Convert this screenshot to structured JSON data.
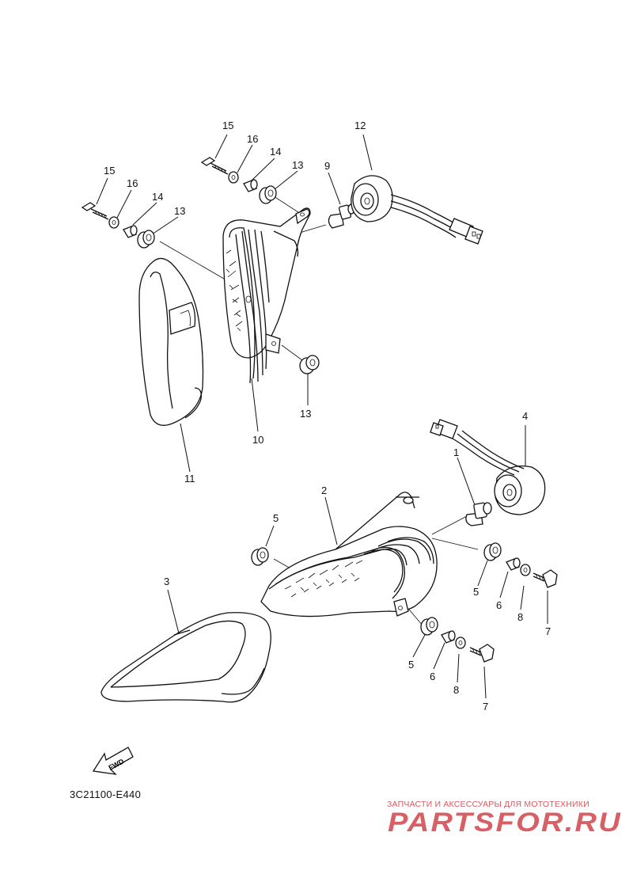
{
  "diagram": {
    "code": "3C21100-E440",
    "fwd_label": "FWD",
    "callouts": [
      {
        "id": "c15a",
        "label": "15"
      },
      {
        "id": "c16a",
        "label": "16"
      },
      {
        "id": "c14a",
        "label": "14"
      },
      {
        "id": "c13a",
        "label": "13"
      },
      {
        "id": "c9",
        "label": "9"
      },
      {
        "id": "c12",
        "label": "12"
      },
      {
        "id": "c15b",
        "label": "15"
      },
      {
        "id": "c16b",
        "label": "16"
      },
      {
        "id": "c14b",
        "label": "14"
      },
      {
        "id": "c13b",
        "label": "13"
      },
      {
        "id": "c13c",
        "label": "13"
      },
      {
        "id": "c10",
        "label": "10"
      },
      {
        "id": "c11",
        "label": "11"
      },
      {
        "id": "c4",
        "label": "4"
      },
      {
        "id": "c1",
        "label": "1"
      },
      {
        "id": "c2",
        "label": "2"
      },
      {
        "id": "c5a",
        "label": "5"
      },
      {
        "id": "c3",
        "label": "3"
      },
      {
        "id": "c5b",
        "label": "5"
      },
      {
        "id": "c6a",
        "label": "6"
      },
      {
        "id": "c8a",
        "label": "8"
      },
      {
        "id": "c7a",
        "label": "7"
      },
      {
        "id": "c5c",
        "label": "5"
      },
      {
        "id": "c6b",
        "label": "6"
      },
      {
        "id": "c8b",
        "label": "8"
      },
      {
        "id": "c7b",
        "label": "7"
      }
    ]
  },
  "watermark": {
    "tagline": "ЗАПЧАСТИ И АКСЕССУАРЫ ДЛЯ МОТОТЕХНИКИ",
    "logo_text": "PARTSFOR.RU",
    "color": "#c9242c"
  }
}
